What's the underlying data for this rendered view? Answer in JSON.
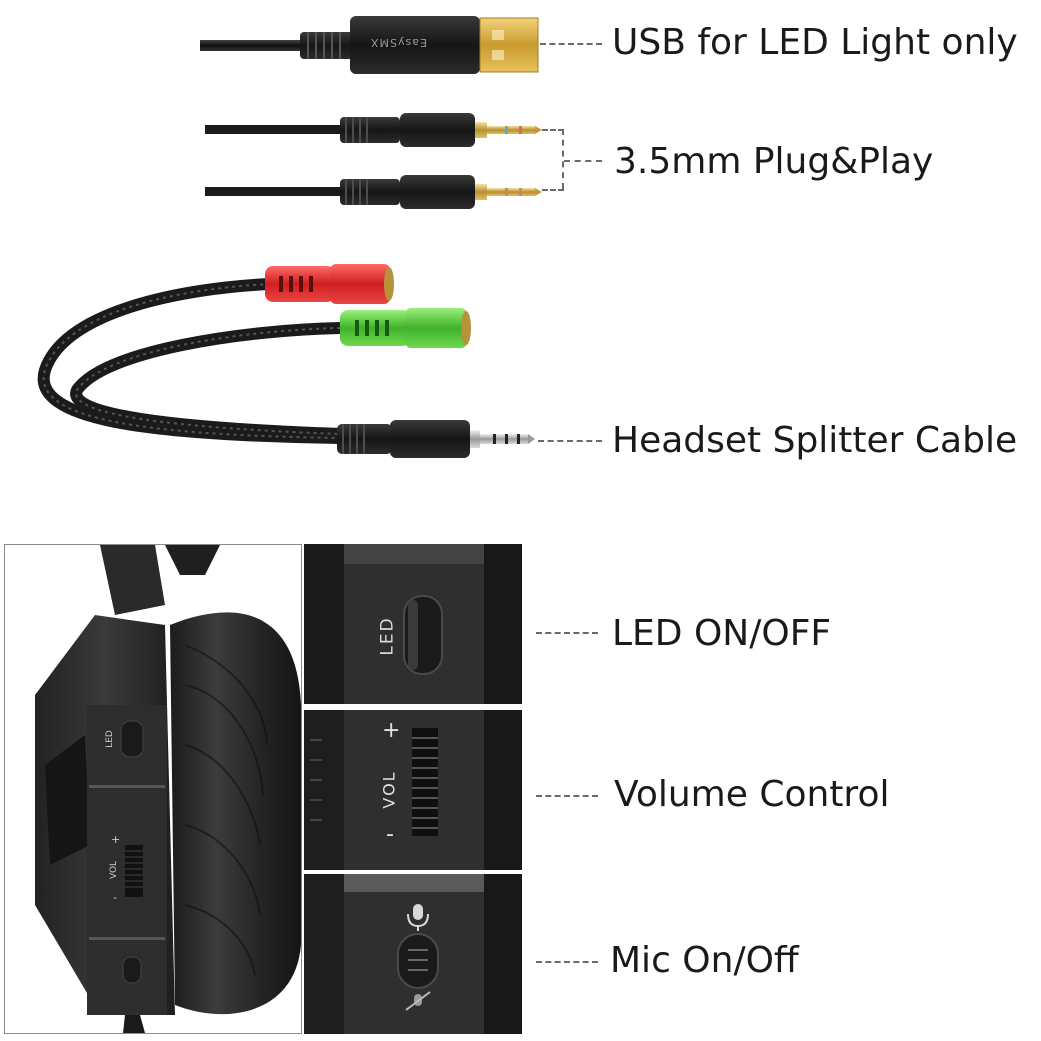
{
  "labels": {
    "usb": "USB for LED Light only",
    "plugs": "3.5mm Plug&Play",
    "splitter": "Headset Splitter Cable",
    "led": "LED ON/OFF",
    "volume": "Volume Control",
    "mic": "Mic On/Off"
  },
  "usb_brand": "EasySMX",
  "device_text": {
    "led": "LED",
    "vol": "VOL",
    "plus": "+",
    "minus": "-"
  },
  "colors": {
    "cable": "#1b1b1b",
    "gold": "#d8b24a",
    "red_plug": "#d92b2b",
    "green_plug": "#4cc22e",
    "earpad": "#2a2a2a",
    "headset_body": "#333333",
    "dashed_line": "#6a6a6a"
  },
  "icons": [
    "usb-plug-icon",
    "audio-plug-icon",
    "microphone-icon"
  ]
}
